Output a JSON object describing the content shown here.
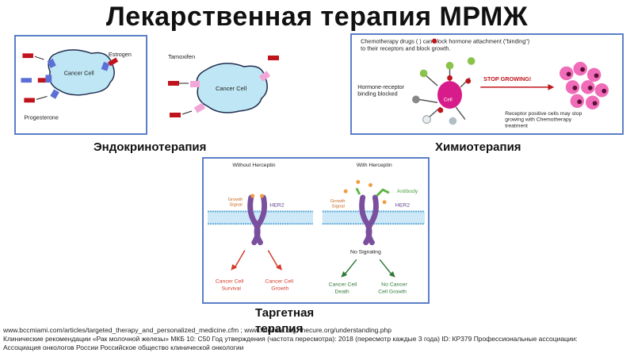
{
  "slide": {
    "title": "Лекарственная терапия МРМЖ"
  },
  "endocrine": {
    "caption": "Эндокринотерапия",
    "labels": {
      "cell": "Cancer Cell",
      "estrogen": "Estrogen",
      "progesterone": "Progesterone",
      "tamoxifen": "Tamoxifen",
      "cell2": "Cancer Cell"
    }
  },
  "chemo": {
    "caption": "Химиотерапия",
    "labels": {
      "top_line1": "Chemotherapy drugs (   ) can block hormone attachment (\"binding\")",
      "top_line2": "to their receptors and block growth.",
      "blocked_line1": "Hormone-receptor",
      "blocked_line2": "binding blocked",
      "cell": "Cell",
      "stop": "STOP GROWING!",
      "note_line1": "Receptor positive cells may stop",
      "note_line2": "growing with Chemotherapy",
      "note_line3": "treatment"
    }
  },
  "targeted": {
    "caption": "Таргетная терапия",
    "labels": {
      "without": "Without Herceptin",
      "with": "With Herceptin",
      "growth_signal_l1": "Growth",
      "growth_signal_l2": "Signal",
      "her2_left": "HER2",
      "her2_right": "HER2",
      "growth_signal2_l1": "Growth",
      "growth_signal2_l2": "Signal",
      "antibody": "Antibody",
      "no_signaling": "No Signaling",
      "survival_l1": "Cancer Cell",
      "survival_l2": "Survival",
      "growth_l1": "Cancer Cell",
      "growth_l2": "Growth",
      "death_l1": "Cancer Cell",
      "death_l2": "Death",
      "nogrowth_l1": "No Cancer",
      "nogrowth_l2": "Cell Growth"
    }
  },
  "footer": {
    "line1": "www.bccmiami.com/articles/targeted_therapy_and_personalized_medicine.cfm ; www.findcure.org; thecure.org/understanding.php",
    "line2": "Клинические рекомендации «Рак молочной железы» МКБ 10: C50 Год утверждения (частота пересмотра): 2018 (пересмотр каждые 3 года) ID: КР379 Профессиональные ассоциации:",
    "line3": "Ассоциация онкологов России Российское общество клинической онкологии"
  },
  "colors": {
    "panel_border": "#5b7fc8",
    "cell_fill": "#bfe6f4",
    "hormone_red": "#c0141c",
    "receptor_blue": "#5b6fd6",
    "tamoxifen_pink": "#f2a6d8",
    "her2_purple": "#7a4f9e",
    "arrow_red": "#d63a2a",
    "arrow_green": "#2f7a3a",
    "label_orange": "#c76a1e",
    "antibody_green": "#5fb548",
    "chemo_magenta": "#d81b8a"
  }
}
